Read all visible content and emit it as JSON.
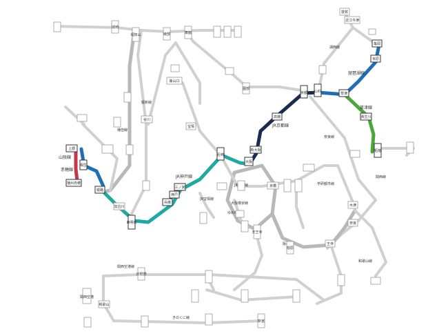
{
  "map": {
    "highlighted_lines": [
      {
        "id": "sanin",
        "name": "山陰線",
        "color": "#1f6fb5"
      },
      {
        "id": "akaho",
        "name": "赤穂線",
        "color": "#c8364a"
      },
      {
        "id": "jrkobe",
        "name": "JR神戸線",
        "color": "#1fa9a5"
      },
      {
        "id": "jrkyoto",
        "name": "JR京都線",
        "color": "#1a2a50"
      },
      {
        "id": "biwako",
        "name": "琵琶湖線",
        "color": "#1f6fb5"
      },
      {
        "id": "kusatsu",
        "name": "草津線",
        "color": "#4aa83a"
      }
    ],
    "stations": {
      "kameoka": "亀岡",
      "kyoto": "京都",
      "yamashina": "山科",
      "kusatsu": "草津",
      "maibara": "米原",
      "nagahama": "長浜",
      "kibukawa": "貴生川",
      "tsuge": "柘植",
      "shinosaka": "新大阪",
      "osaka": "大阪",
      "amagasaki": "尼崎",
      "kobe": "神戸",
      "sannomiya": "三ノ宮",
      "hyogo": "兵庫",
      "himeji": "姫路",
      "nishiakashi": "西明石",
      "kakogawa": "加古川",
      "aioi": "相生",
      "kamigori": "上郡",
      "banshuako": "播州赤穂",
      "takatsuki": "高槻",
      "tennoji": "天王寺",
      "nara": "奈良",
      "kizu": "木津",
      "wakayama": "和歌山",
      "shingu": "新宮",
      "tsuruga": "敦賀",
      "omiimazu": "近江今津",
      "fukuchiyama": "福知山",
      "kinosaki": "城崎",
      "sonobe": "園部",
      "sasayamaguchi": "篠山口",
      "tanikawa": "谷川",
      "kyobashi": "京橋",
      "kansaikuko": "関西空港",
      "hineno": "日根野",
      "ayabe": "綾部",
      "maizuru": "舞鶴",
      "takarazuka": "宝塚",
      "oji": "王寺",
      "kashiwara": "柏原"
    },
    "line_labels": {
      "sanin": "山陰線",
      "akaho": "赤穂線",
      "jrkobe": "JR神戸線",
      "jrkyoto": "JR京都線",
      "biwako": "琵琶湖線",
      "kusatsu": "草津線",
      "jrtakarazuka": "JR宝塚線",
      "kansai": "関西線",
      "kansaiairport": "関西空港線",
      "hanwa": "阪和線",
      "wakayama": "和歌山線",
      "osakaloop": "大阪環状線",
      "kisei": "きのくに線",
      "kishin": "姫新線",
      "bantan": "播但線",
      "nara": "奈良線",
      "kosei": "湖西線",
      "katamachi": "学研都市線",
      "tozai": "JR東西線",
      "sakurajima": "ゆめ咲線"
    }
  }
}
